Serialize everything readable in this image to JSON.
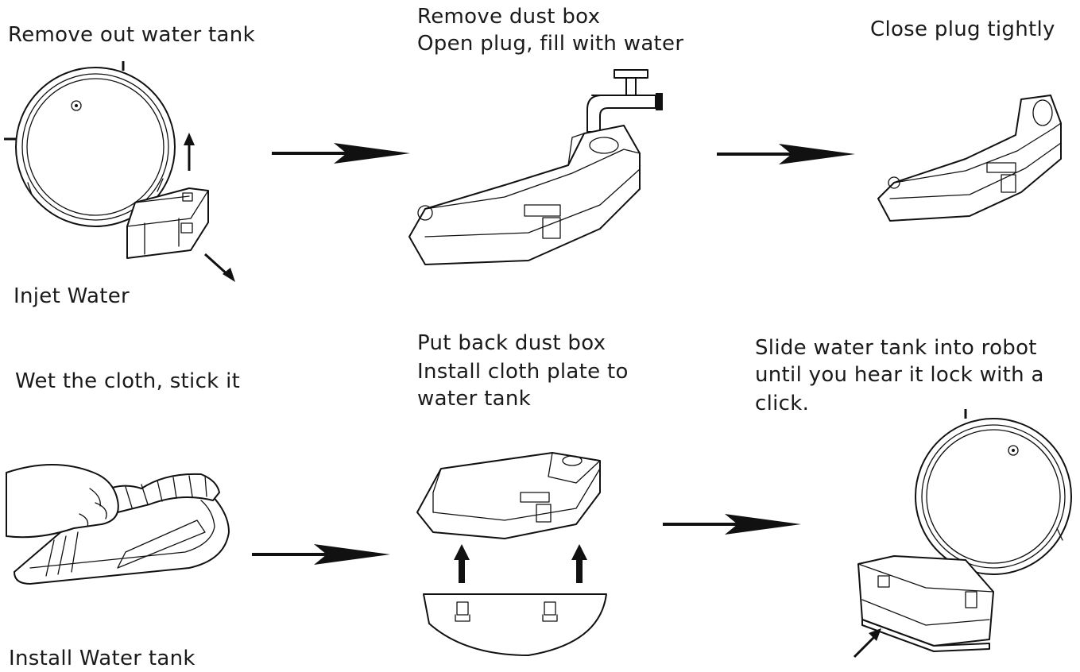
{
  "steps": {
    "s1": {
      "caption": "Remove out water tank",
      "sub": "Injet Water"
    },
    "s2": {
      "line1": "Remove dust box",
      "line2": "Open plug, fill with water"
    },
    "s3": {
      "caption": "Close plug tightly"
    },
    "s4": {
      "caption": "Wet the cloth, stick it",
      "sub": "Install Water tank"
    },
    "s5": {
      "line1": "Put back dust box",
      "line2": "Install cloth plate to",
      "line3": "water tank"
    },
    "s6": {
      "line1": "Slide water tank into robot",
      "line2": "until you hear it lock with a",
      "line3": "click."
    }
  },
  "icons": {
    "arrow": "arrow-right-icon",
    "up": "arrow-up-icon"
  },
  "colors": {
    "ink": "#111111",
    "paper": "#ffffff"
  }
}
